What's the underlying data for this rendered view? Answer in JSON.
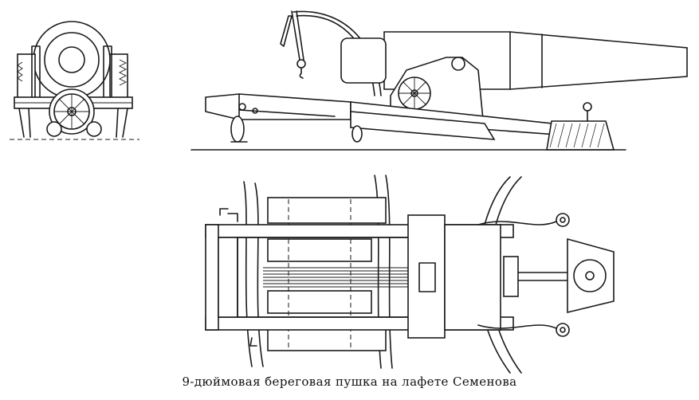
{
  "caption": "9-дюймовая береговая пушка на лафете Семенова",
  "views": [
    {
      "name": "front-view"
    },
    {
      "name": "side-view"
    },
    {
      "name": "top-view"
    }
  ]
}
